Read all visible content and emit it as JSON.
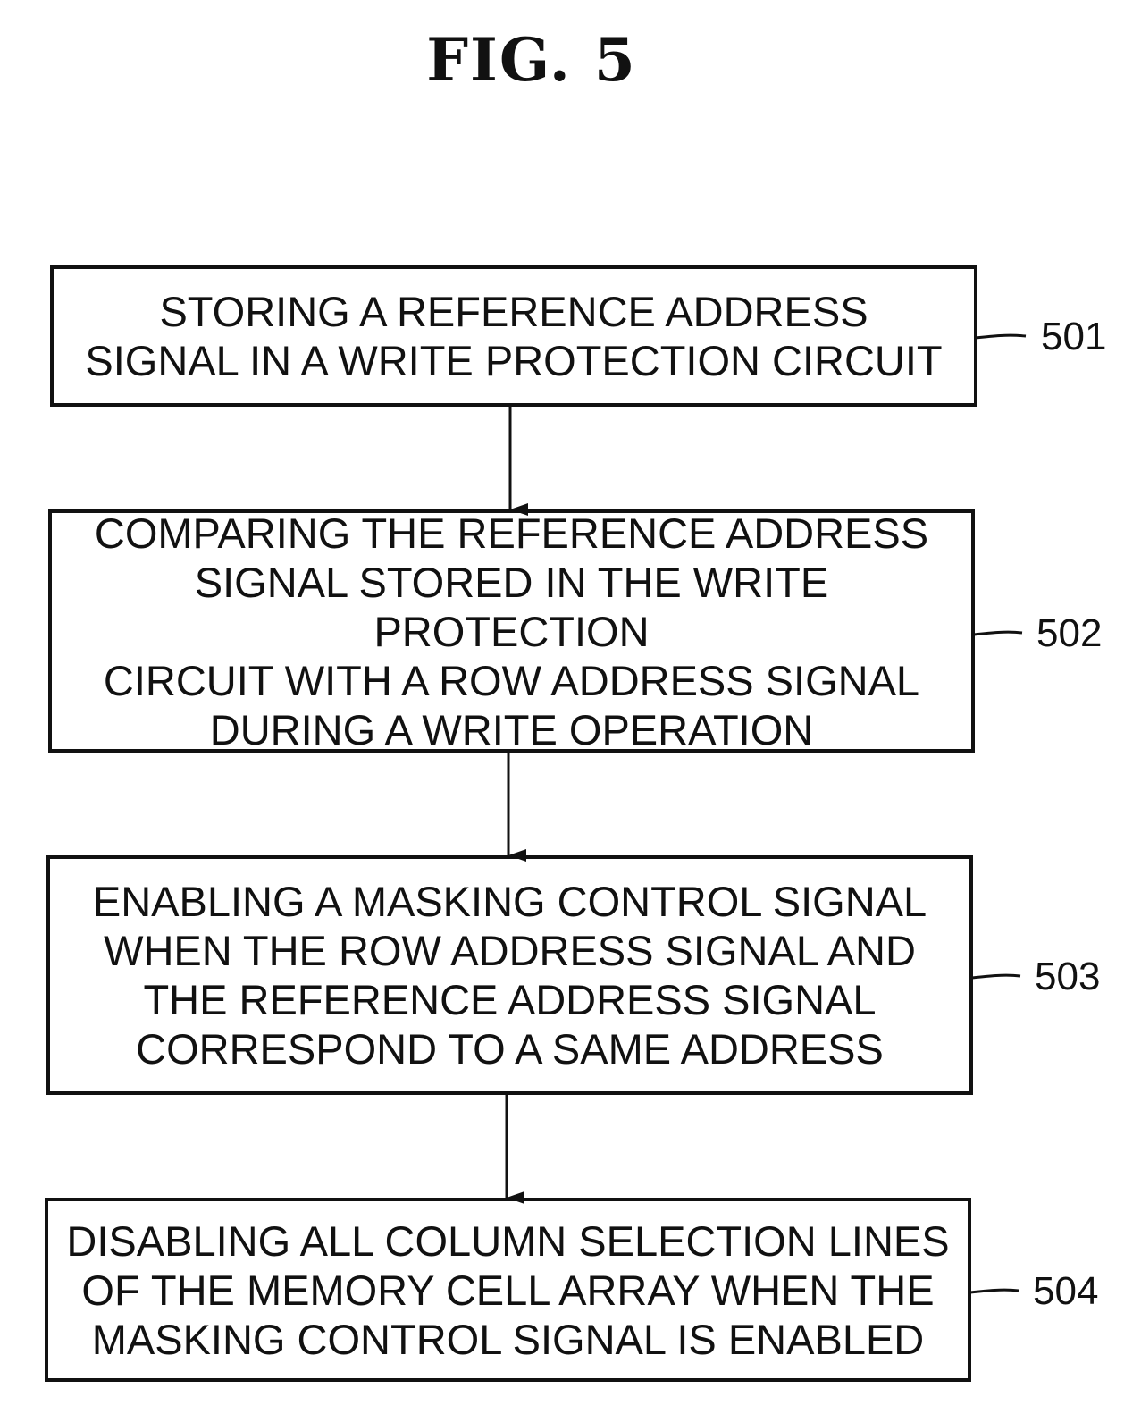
{
  "figure": {
    "title": "FIG. 5"
  },
  "steps": [
    {
      "id": "501",
      "text": "STORING A REFERENCE ADDRESS\nSIGNAL IN A WRITE PROTECTION CIRCUIT"
    },
    {
      "id": "502",
      "text": "COMPARING THE REFERENCE ADDRESS\nSIGNAL STORED IN THE WRITE PROTECTION\nCIRCUIT WITH A ROW ADDRESS SIGNAL\nDURING A WRITE OPERATION"
    },
    {
      "id": "503",
      "text": "ENABLING A MASKING CONTROL SIGNAL\nWHEN THE ROW ADDRESS SIGNAL AND\nTHE REFERENCE ADDRESS SIGNAL\nCORRESPOND TO A SAME ADDRESS"
    },
    {
      "id": "504",
      "text": "DISABLING ALL COLUMN SELECTION LINES\nOF THE MEMORY CELL ARRAY WHEN THE\nMASKING CONTROL SIGNAL IS ENABLED"
    }
  ]
}
